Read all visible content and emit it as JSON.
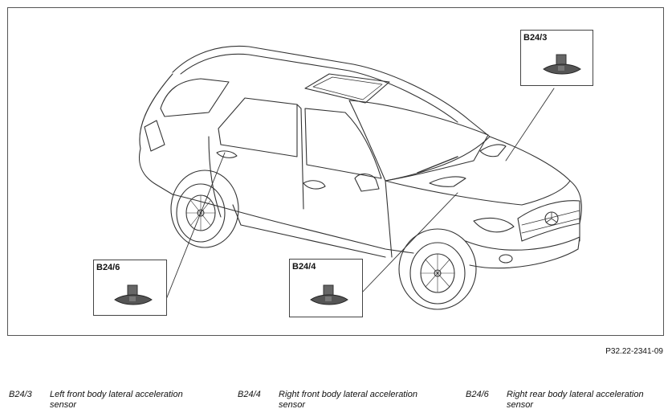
{
  "callouts": {
    "b24_3": "B24/3",
    "b24_4": "B24/4",
    "b24_6": "B24/6"
  },
  "figure_number": "P32.22-2341-09",
  "legend": [
    {
      "code": "B24/3",
      "description": "Left front body lateral acceleration sensor"
    },
    {
      "code": "B24/4",
      "description": "Right front body lateral acceleration sensor"
    },
    {
      "code": "B24/6",
      "description": "Right rear body lateral acceleration sensor"
    }
  ],
  "colors": {
    "line": "#333333",
    "sensor_fill": "#555555",
    "frame": "#555555"
  }
}
